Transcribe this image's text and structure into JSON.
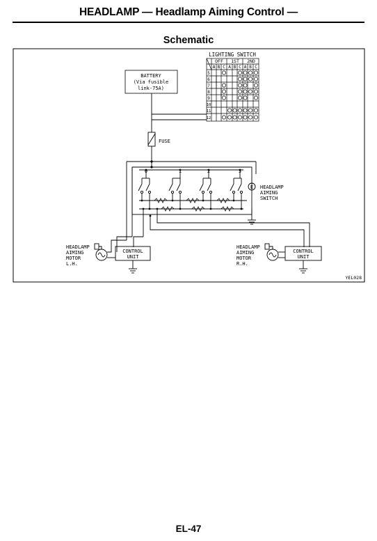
{
  "header": {
    "title": "HEADLAMP — Headlamp Aiming Control —"
  },
  "section": {
    "title": "Schematic"
  },
  "schematic": {
    "lighting_switch": {
      "title": "LIGHTING SWITCH",
      "positions": [
        "OFF",
        "1ST",
        "2ND"
      ],
      "sub_cols": [
        "A",
        "B",
        "C"
      ],
      "rows": [
        "5",
        "6",
        "7",
        "8",
        "9",
        "10",
        "11",
        "12"
      ]
    },
    "battery": {
      "line1": "BATTERY",
      "line2": "(Via fusible",
      "line3": "link-75A)"
    },
    "fuse": "FUSE",
    "switch_positions": [
      "0",
      "1",
      "2",
      "3"
    ],
    "aiming_switch": {
      "line1": "HEADLAMP",
      "line2": "AIMING",
      "line3": "SWITCH",
      "connector": "E"
    },
    "motor_lh": {
      "line1": "HEADLAMP",
      "line2": "AIMING",
      "line3": "MOTOR",
      "line4": "L.H."
    },
    "motor_rh": {
      "line1": "HEADLAMP",
      "line2": "AIMING",
      "line3": "MOTOR",
      "line4": "R.H."
    },
    "control_unit": {
      "line1": "CONTROL",
      "line2": "UNIT"
    },
    "code": "YEL028"
  },
  "page": {
    "number": "EL-47"
  }
}
